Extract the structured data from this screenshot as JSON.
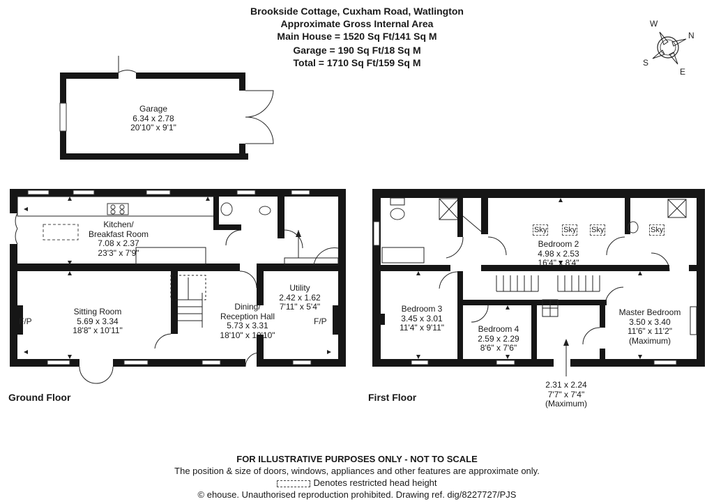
{
  "header": {
    "address": "Brookside Cottage, Cuxham Road, Watlington",
    "subtitle": "Approximate Gross Internal Area",
    "main_house": "Main House = 1520 Sq Ft/141 Sq M",
    "garage": "Garage = 190 Sq Ft/18 Sq M",
    "total": "Total = 1710 Sq Ft/159 Sq M"
  },
  "compass": {
    "w": "W",
    "n": "N",
    "s": "S",
    "e": "E"
  },
  "rooms": {
    "garage": {
      "name": "Garage",
      "metric": "6.34 x 2.78",
      "imperial": "20'10\" x 9'1\""
    },
    "kitchen": {
      "name1": "Kitchen/",
      "name2": "Breakfast Room",
      "metric": "7.08 x 2.37",
      "imperial": "23'3\" x 7'9\""
    },
    "sitting": {
      "name": "Sitting Room",
      "metric": "5.69 x 3.34",
      "imperial": "18'8\" x 10'11\""
    },
    "dining": {
      "name1": "Dining/",
      "name2": "Reception Hall",
      "metric": "5.73 x 3.31",
      "imperial": "18'10\" x 10'10\""
    },
    "utility": {
      "name": "Utility",
      "metric": "2.42 x 1.62",
      "imperial": "7'11\" x 5'4\""
    },
    "bedroom2": {
      "name": "Bedroom 2",
      "metric": "4.98 x 2.53",
      "imperial": "16'4\" x 8'4\""
    },
    "bedroom3": {
      "name": "Bedroom 3",
      "metric": "3.45 x 3.01",
      "imperial": "11'4\" x 9'11\""
    },
    "bedroom4": {
      "name": "Bedroom 4",
      "metric": "2.59 x 2.29",
      "imperial": "8'6\" x 7'6\""
    },
    "master": {
      "name": "Master Bedroom",
      "metric": "3.50 x 3.40",
      "imperial": "11'6\" x 11'2\"",
      "note": "(Maximum)"
    },
    "landing_room": {
      "metric": "2.31 x 2.24",
      "imperial": "7'7\" x 7'4\"",
      "note": "(Maximum)"
    }
  },
  "fixtures": {
    "fp": "F/P",
    "sky": "Sky"
  },
  "floors": {
    "ground": "Ground Floor",
    "first": "First Floor"
  },
  "footer": {
    "line1": "FOR ILLUSTRATIVE PURPOSES ONLY - NOT TO SCALE",
    "line2": "The position & size of doors, windows, appliances and other features are approximate only.",
    "line3": "Denotes restricted head height",
    "line4": "© ehouse. Unauthorised reproduction prohibited. Drawing ref. dig/8227727/PJS"
  }
}
